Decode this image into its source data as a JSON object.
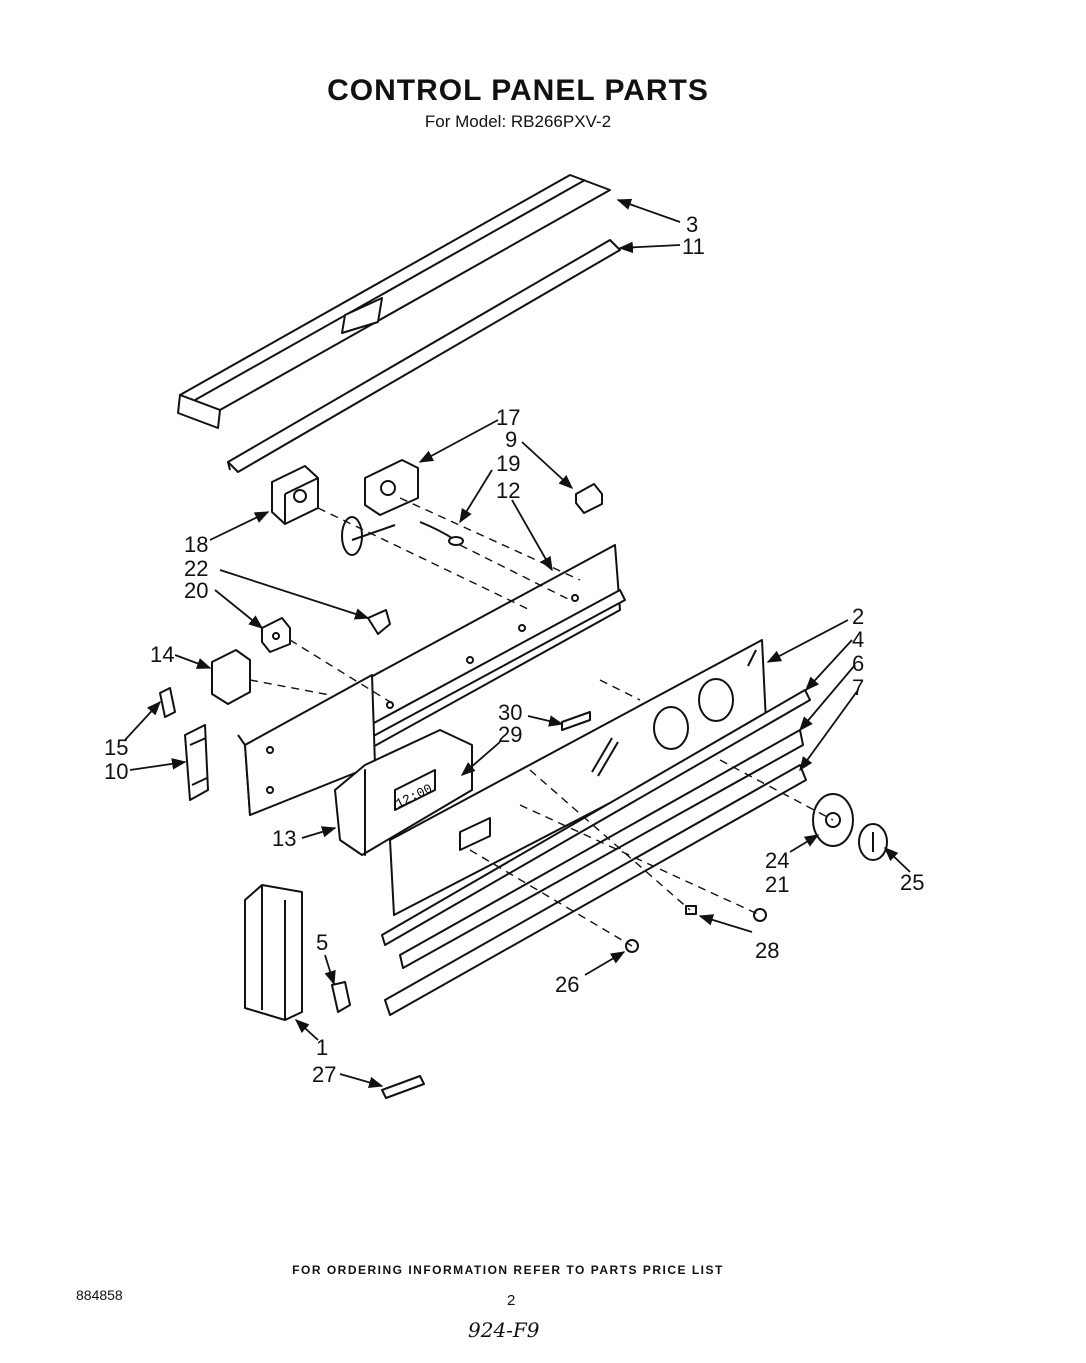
{
  "header": {
    "title": "CONTROL PANEL PARTS",
    "subtitle": "For Model: RB266PXV-2"
  },
  "diagram": {
    "callouts": [
      "3",
      "11",
      "17",
      "9",
      "19",
      "12",
      "18",
      "22",
      "20",
      "14",
      "15",
      "10",
      "2",
      "4",
      "6",
      "7",
      "30",
      "29",
      "13",
      "24",
      "21",
      "25",
      "28",
      "26",
      "5",
      "1",
      "27"
    ],
    "clock_display": "12:00"
  },
  "footer": {
    "ordering_note": "FOR ORDERING INFORMATION REFER TO PARTS PRICE LIST",
    "doc_number": "884858",
    "page_number": "2",
    "handwritten_note": "924-F9"
  }
}
